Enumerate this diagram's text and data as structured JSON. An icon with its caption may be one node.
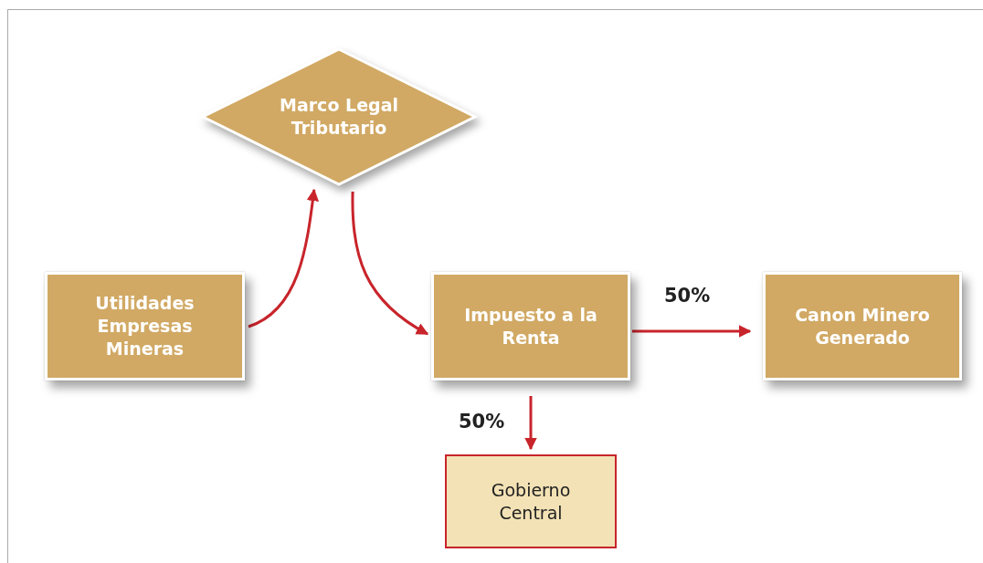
{
  "diagram": {
    "nodes": [
      {
        "text": [
          "Marco Legal Tributario"
        ]
      },
      {
        "text": [
          "Utilidades Empresas Mineras"
        ]
      },
      {
        "text": [
          "Impuesto a la Renta"
        ]
      },
      {
        "text": [
          "Canon Minero Generado"
        ]
      },
      {
        "text": [
          "Gobierno Central"
        ]
      }
    ],
    "edges": [
      {
        "from": 1,
        "to": 0,
        "arrow": "to"
      },
      {
        "from": 0,
        "to": 2,
        "arrow": "to"
      },
      {
        "from": 2,
        "to": 3,
        "arrow": "to",
        "label": "50%"
      },
      {
        "from": 2,
        "to": 4,
        "arrow": "to",
        "label": "50%"
      }
    ]
  }
}
